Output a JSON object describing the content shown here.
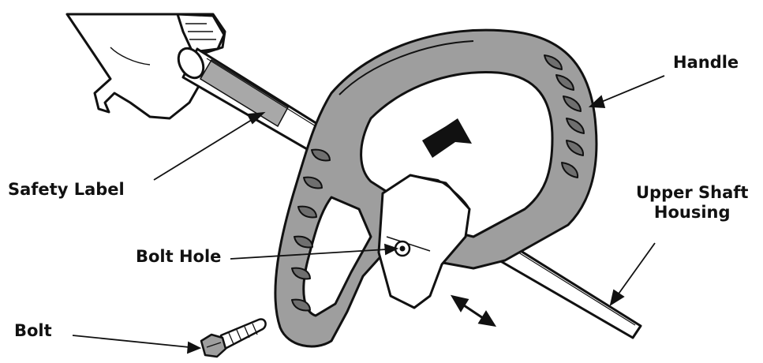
{
  "labels": {
    "handle": "Handle",
    "upper_shaft_line1": "Upper Shaft",
    "upper_shaft_line2": "Housing",
    "safety_label": "Safety Label",
    "bolt_hole": "Bolt Hole",
    "bolt": "Bolt"
  },
  "colors": {
    "ink": "#111111",
    "handle_fill": "#9e9e9e",
    "handle_dark": "#6f6f6f",
    "label_band": "#a8a8a8",
    "background": "#ffffff"
  }
}
